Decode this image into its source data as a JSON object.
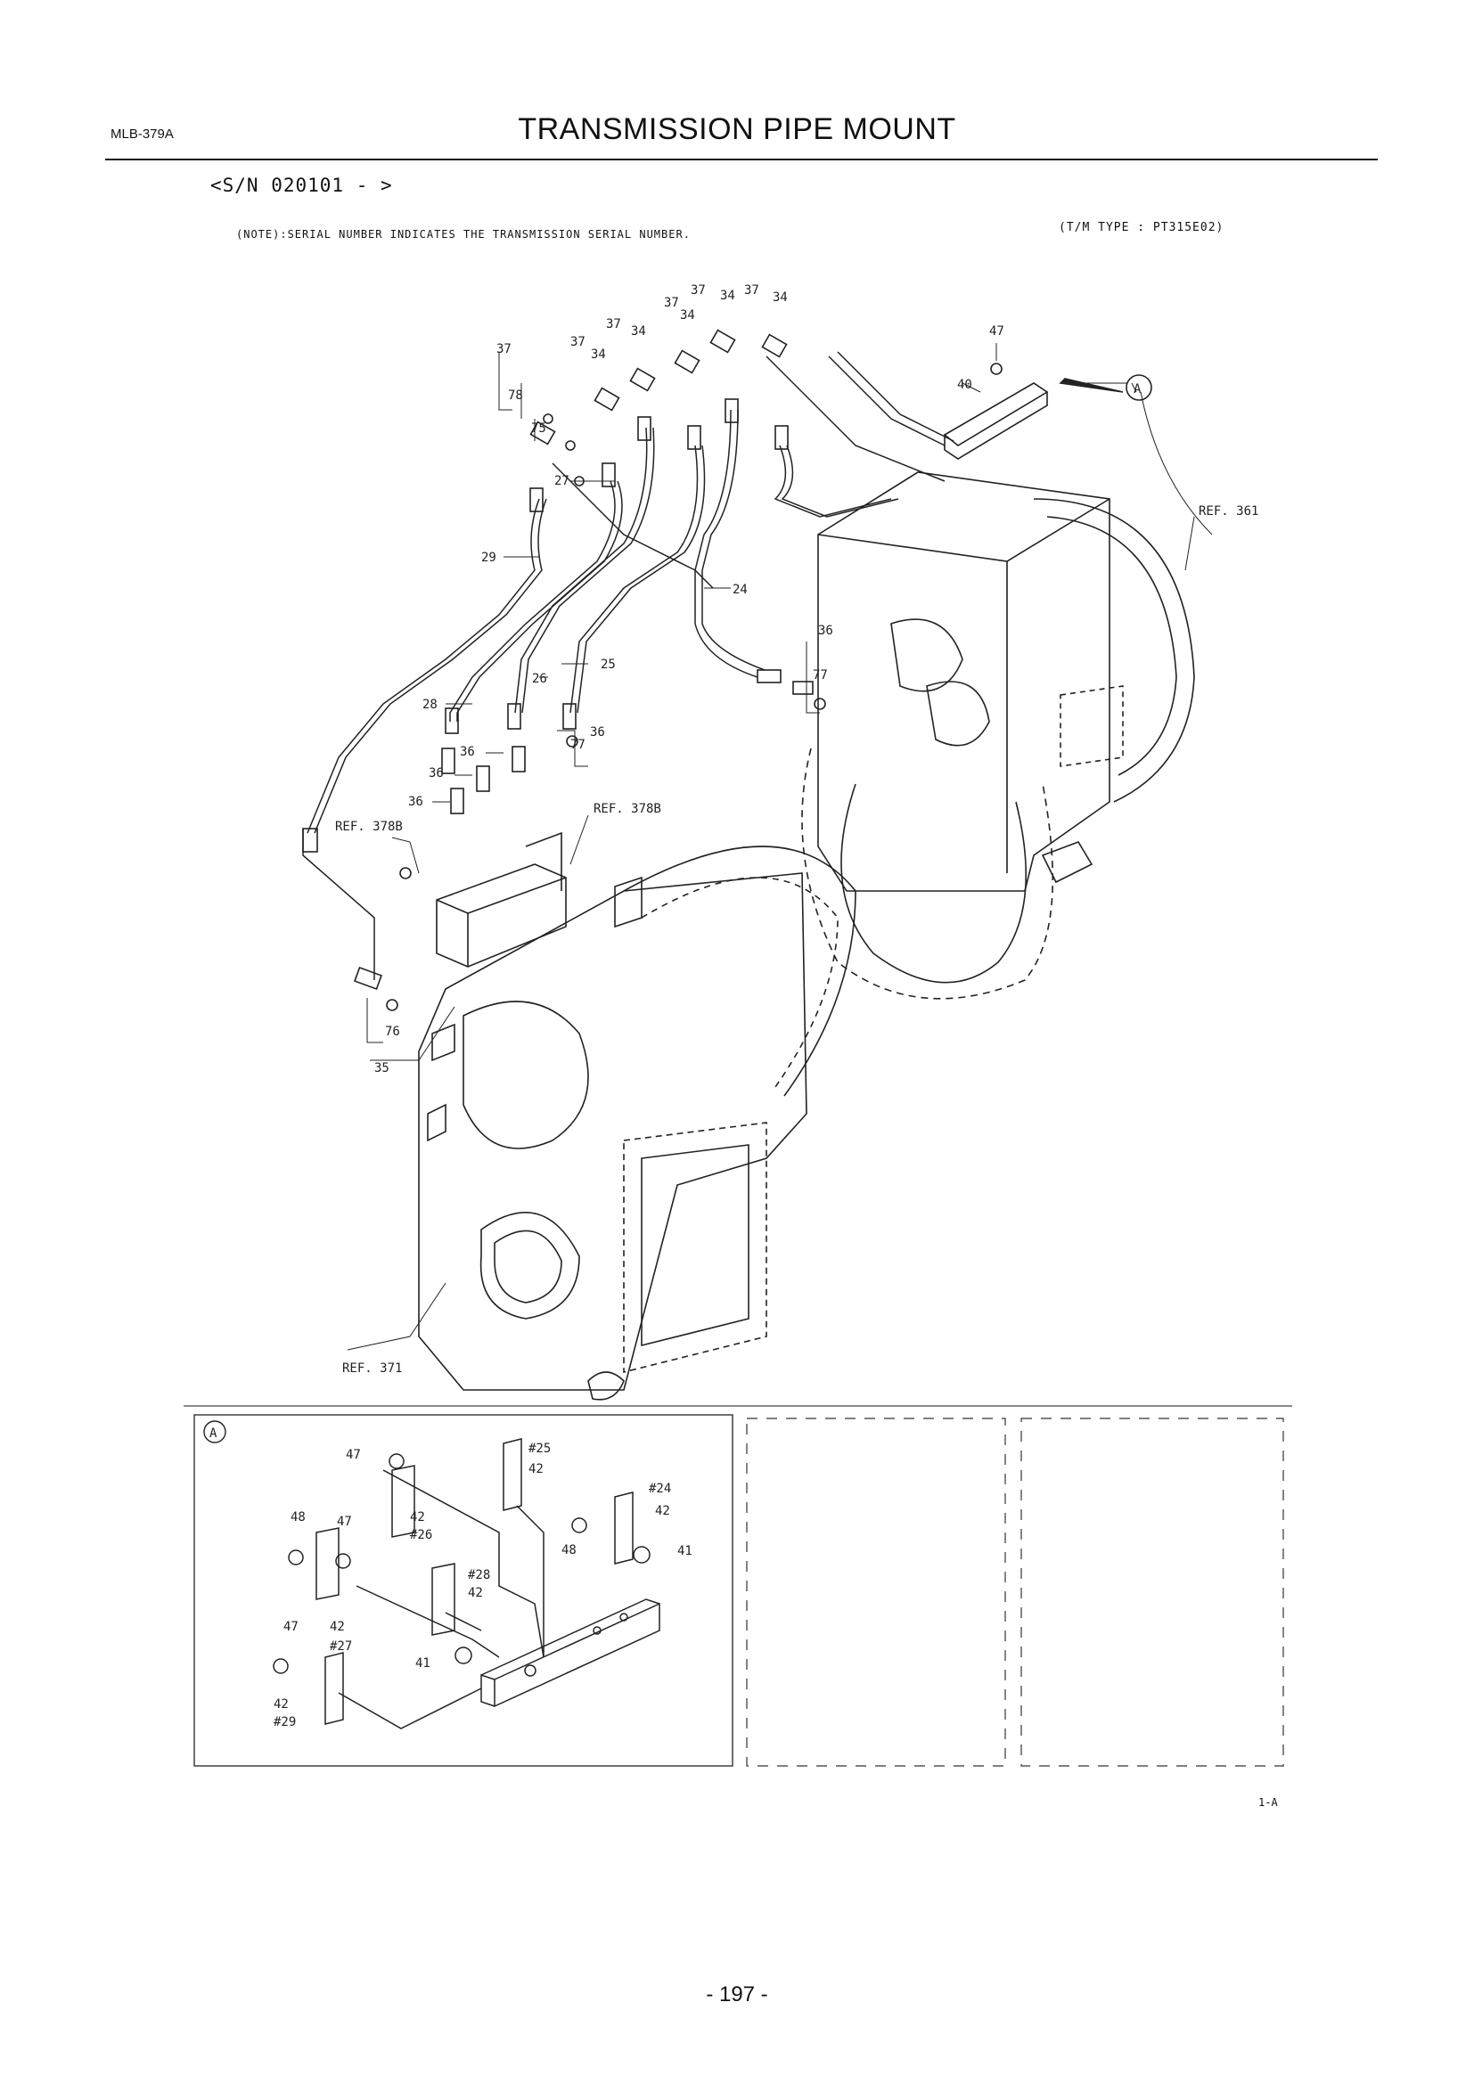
{
  "header": {
    "doc_code": "MLB-379A",
    "title": "TRANSMISSION PIPE MOUNT",
    "serial_range": "<S/N 020101 -          >",
    "note": "(NOTE):SERIAL NUMBER INDICATES THE TRANSMISSION SERIAL NUMBER.",
    "tm_type": "(T/M TYPE : PT315E02)"
  },
  "callouts": {
    "c37a": "37",
    "c34a": "34",
    "c37b": "37",
    "c34b": "34",
    "c37c": "37",
    "c34c": "34",
    "c37d": "37",
    "c34d": "34",
    "c37e": "37",
    "c34e": "34",
    "c37f": "37",
    "c78": "78",
    "c75": "75",
    "c27": "27",
    "c29": "29",
    "c24": "24",
    "c25": "25",
    "c26": "26",
    "c28": "28",
    "c36a": "36",
    "c36b": "36",
    "c36c": "36",
    "c36d": "36",
    "c36e": "36",
    "c77a": "77",
    "c77b": "77",
    "c76": "76",
    "c35": "35",
    "c47": "47",
    "c40": "40",
    "cA": "A",
    "ref361": "REF. 361",
    "ref378a": "REF. 378B",
    "ref378b": "REF. 378B",
    "ref371": "REF. 371"
  },
  "detail": {
    "marker": "A",
    "labels": {
      "d47a": "47",
      "d25": "#25",
      "d42a": "42",
      "d24": "#24",
      "d48a": "48",
      "d47b": "47",
      "d42b": "42",
      "d26": "#26",
      "d42c": "42",
      "d48b": "48",
      "d41a": "41",
      "d28": "#28",
      "d42d": "42",
      "d47c": "47",
      "d42e": "42",
      "d27": "#27",
      "d41b": "41",
      "d42f": "42",
      "d29": "#29"
    }
  },
  "footer": {
    "sheet": "1-A",
    "page": "- 197 -"
  }
}
